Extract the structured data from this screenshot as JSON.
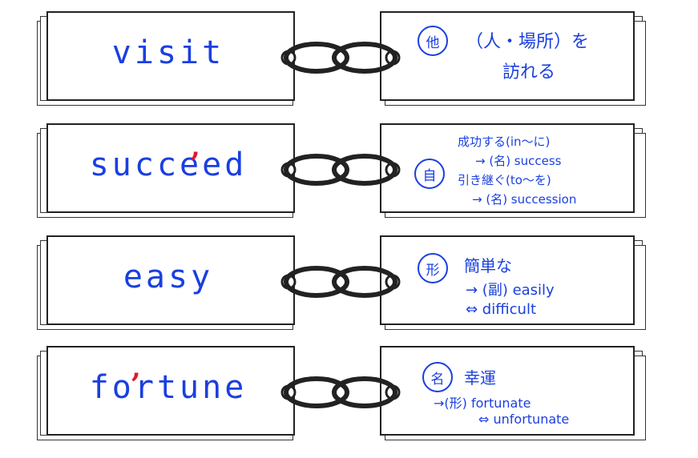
{
  "cards": [
    {
      "word": "visit",
      "pos": "他",
      "lines": [
        "（人・場所）を",
        "訪れる"
      ]
    },
    {
      "word": "succeed",
      "pos": "自",
      "lines": [
        "成功する(in～に)",
        "→ (名) success",
        "引き継ぐ(to～を)",
        "→ (名) succession"
      ]
    },
    {
      "word": "easy",
      "pos": "形",
      "lines": [
        "簡単な",
        "→ (副) easily",
        "⇔ difficult"
      ]
    },
    {
      "word": "fortune",
      "pos": "名",
      "lines": [
        "幸運",
        "→(形) fortunate",
        "⇔ unfortunate"
      ]
    }
  ],
  "colors": {
    "ink": "#1a3fe0",
    "accent": "#e0182d",
    "outline": "#222222"
  }
}
